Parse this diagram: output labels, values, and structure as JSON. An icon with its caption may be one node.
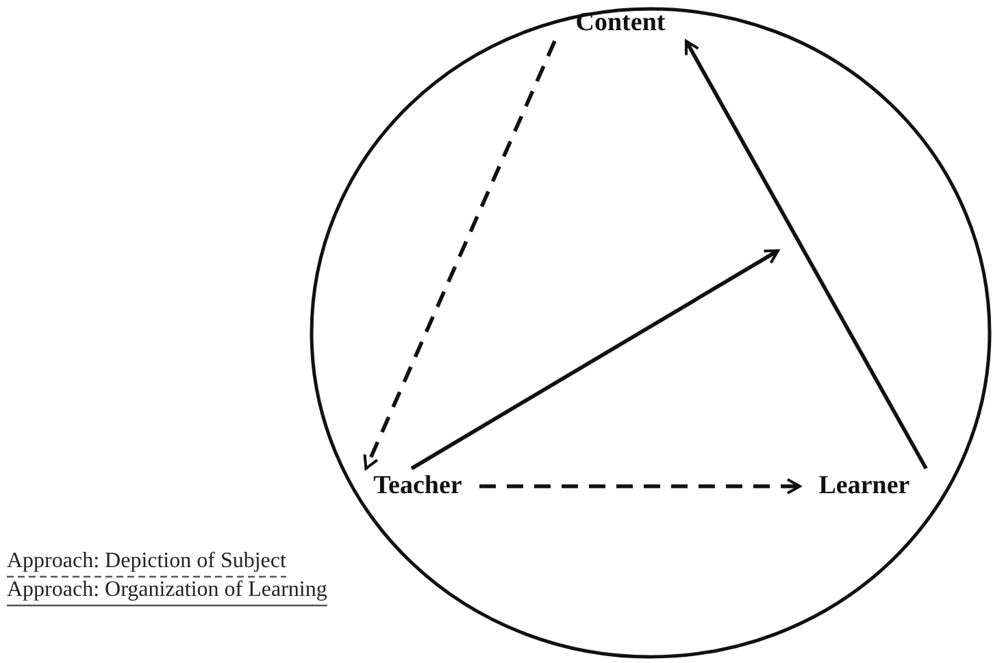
{
  "diagram": {
    "nodes": [
      {
        "text": [],
        "shape": "circle"
      },
      {
        "text": [
          "Content"
        ],
        "in": 0
      },
      {
        "text": [
          "Teacher"
        ],
        "in": 0
      },
      {
        "text": [
          "Learner"
        ],
        "in": 0
      }
    ],
    "edges": [
      {
        "from": 1,
        "to": 2,
        "arrow": "to",
        "style": "dashed"
      },
      {
        "from": 2,
        "to": 3,
        "arrow": "to",
        "style": "dashed"
      },
      {
        "from": 3,
        "to": 1,
        "arrow": "to"
      },
      {
        "from": 2,
        "to": null,
        "arrow": "to"
      }
    ],
    "legend": [
      {
        "text": "Approach: Depiction of Subject"
      },
      {
        "text": "Approach: Organization of Learning"
      }
    ]
  }
}
